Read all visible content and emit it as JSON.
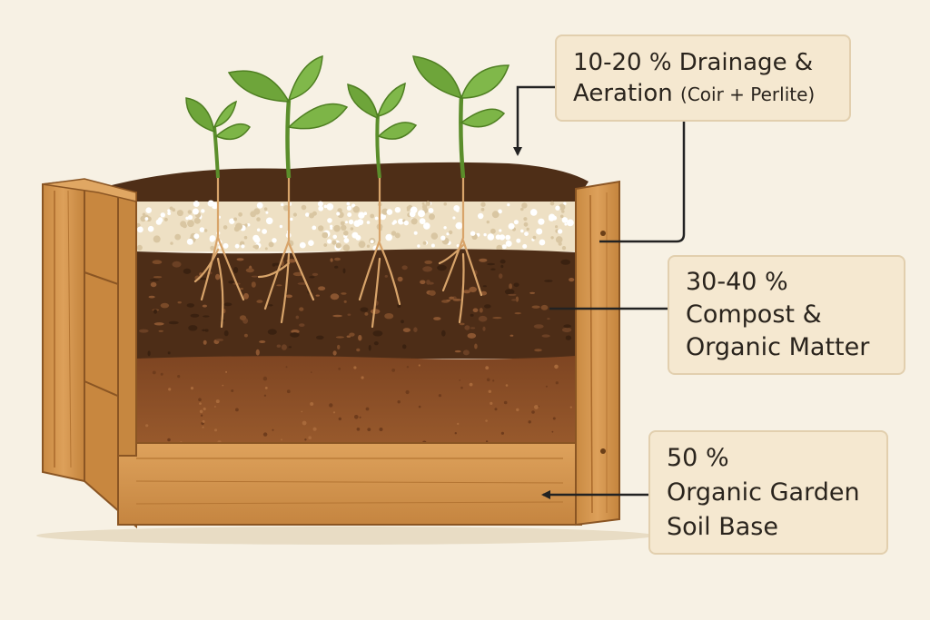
{
  "labels": {
    "drainage": {
      "line1": "10-20 % Drainage &",
      "line2_main": "Aeration ",
      "line2_sub": "(Coir + Perlite)"
    },
    "compost": {
      "line1": "30-40 %",
      "line2": "Compost &",
      "line3": "Organic Matter"
    },
    "soil": {
      "line1": "50 %",
      "line2": "Organic Garden",
      "line3": "Soil Base"
    }
  },
  "colors": {
    "background": "#f7f1e4",
    "wood": "#d3954a",
    "wood_dark": "#a9692b",
    "perlite_layer": "#eee0c4",
    "compost_layer": "#4d2d17",
    "soil_layer": "#8f5329",
    "leaf": "#6ea53a",
    "root": "#d8a46a",
    "label_bg": "#f5e8d0",
    "label_border": "#e2cfae"
  },
  "icons": [
    "seedling-icon",
    "arrow-icon"
  ]
}
